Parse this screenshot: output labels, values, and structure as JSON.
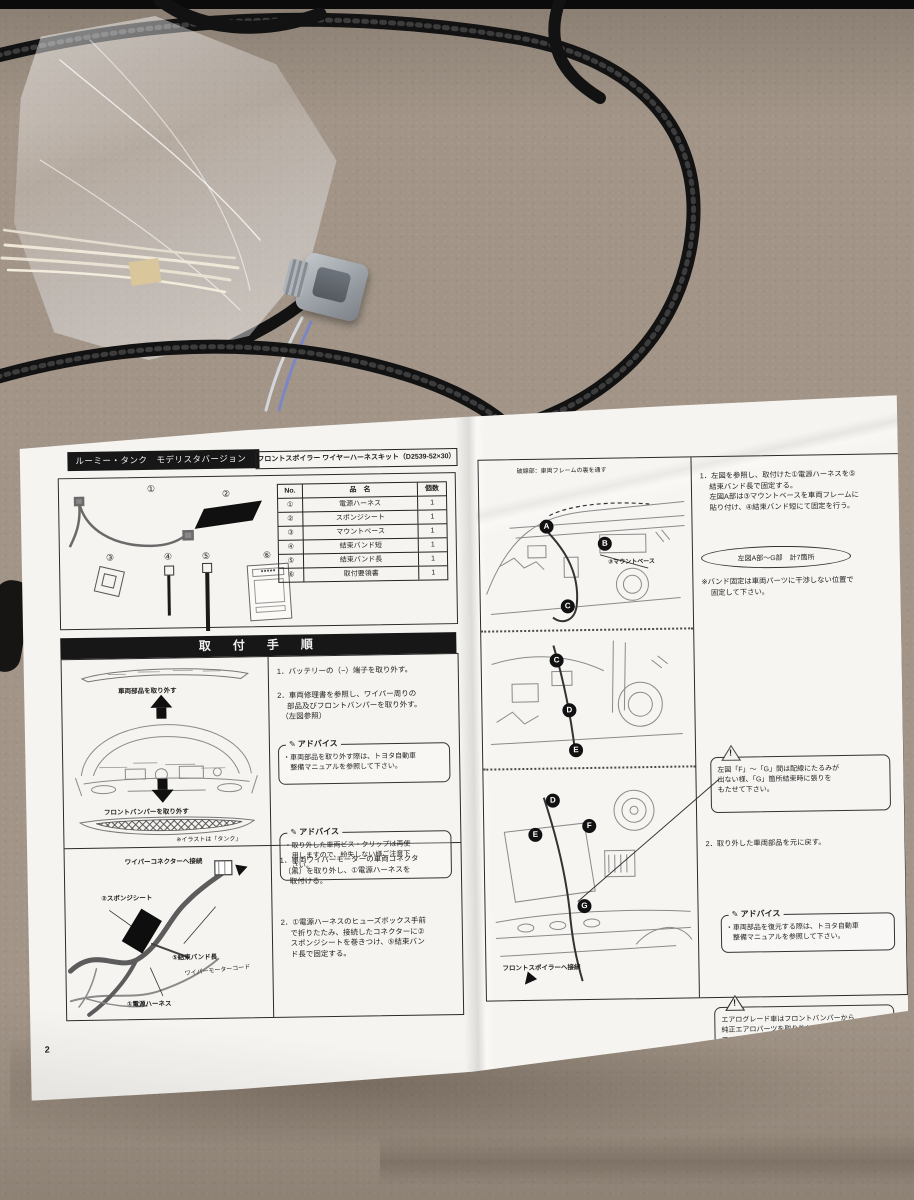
{
  "colors": {
    "carpet": "#a29588",
    "paper": "#f6f4f0",
    "ink": "#222222",
    "header_bg": "#171717"
  },
  "icons": {
    "advice": "✎"
  },
  "page_number": "2",
  "left_page": {
    "model_title": "ルーミー・タンク　モデリスタバージョン",
    "kit_title": "フロントスポイラー ワイヤーハーネスキット（D2539-52×30）",
    "parts_table": {
      "headers": {
        "no": "No.",
        "name": "品　名",
        "qty": "個数"
      },
      "rows": [
        {
          "no": "①",
          "name": "電源ハーネス",
          "qty": "1"
        },
        {
          "no": "②",
          "name": "スポンジシート",
          "qty": "1"
        },
        {
          "no": "③",
          "name": "マウントベース",
          "qty": "1"
        },
        {
          "no": "④",
          "name": "結束バンド短",
          "qty": "1"
        },
        {
          "no": "⑤",
          "name": "結束バンド長",
          "qty": "1"
        },
        {
          "no": "⑥",
          "name": "取付要領書",
          "qty": "1"
        }
      ]
    },
    "part_labels": [
      "①",
      "②",
      "③",
      "④",
      "⑤",
      "⑥"
    ],
    "procedure_title": "取　付　手　順",
    "upper": {
      "label_remove_parts": "車両部品を取り外す",
      "label_remove_bumper": "フロントバンパーを取り外す",
      "label_illust_note": "※イラストは「タンク」",
      "step1": "1．バッテリーの（−）端子を取り外す。",
      "step2": "2．車両修理書を参照し、ワイパー周りの\n　 部品及びフロントバンパーを取り外す。\n　（左図参照）",
      "advice_title": "アドバイス",
      "advice1": "・車両部品を取り外す際は、トヨタ自動車\n　整備マニュアルを参照して下さい。",
      "advice2": "・取り外した車両ビス・クリップは再使\n　用しますので、紛失しない様ご注意下\n　さい。"
    },
    "lower": {
      "label_connector": "ワイパーコネクターへ接続",
      "label_sponge": "②スポンジシート",
      "label_cord": "ワイパーモーターコード",
      "label_band": "⑤結束バンド長",
      "label_harness": "①電源ハーネス",
      "step1": "1．車両ワイパーモーターの車両コネクタ\n　（黒）を取り外し、①電源ハーネスを\n　 取付ける。",
      "step2": "2．①電源ハーネスのヒューズボックス手前\n　 で折りたたみ、接続したコネクターに②\n　 スポンジシートを巻きつけ、⑤結束バン\n　 ド長で固定する。"
    }
  },
  "right_page": {
    "diagram1_note": "破線部：車両フレームの裏を通す",
    "mount_label": "③マウントベース",
    "markers1": [
      "A",
      "B",
      "C"
    ],
    "markers2": [
      "C",
      "D",
      "E"
    ],
    "markers3": [
      "D",
      "E",
      "F",
      "G"
    ],
    "label_spoiler": "フロントスポイラーへ接続",
    "step1": "1．左図を参照し、取付けた①電源ハーネスを⑤\n　 結束バンド長で固定する。\n　 左図A部は③マウントベースを車両フレームに\n　 貼り付け、④結束バンド短にて固定を行う。",
    "oval_note": "左図A部〜G部　計7箇所",
    "band_note": "※バンド固定は車両パーツに干渉しない位置で\n　 固定して下さい。",
    "warning1": "左図「F」〜「G」間は配線にたるみが\n出ない様、「G」箇所結束時に張りを\nもたせて下さい。",
    "step2": "2．取り外した車両部品を元に戻す。",
    "advice_title": "アドバイス",
    "advice": "・車両部品を復元する際は、トヨタ自動車\n　整備マニュアルを参照して下さい。",
    "warning2": "エアログレード車はフロントバンパーから\n純正エアロパーツを取り外し\nフロントバンパーを復元して下さい。"
  }
}
